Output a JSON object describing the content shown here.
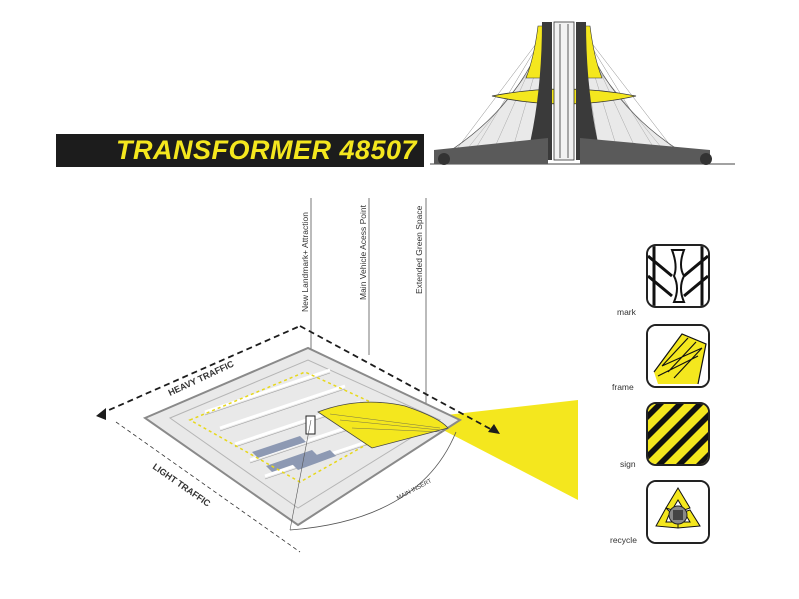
{
  "title": "TRANSFORMER 48507",
  "callouts": {
    "landmark": "New Landmark+ Attraction",
    "vehicle": "Main Vehicle Acess Point",
    "green": "Extended Green Space"
  },
  "traffic": {
    "heavy": "HEAVY TRAFFIC",
    "light": "LIGHT TRAFFIC",
    "main": "MAIN INSERT"
  },
  "legend": [
    {
      "label": "mark",
      "icon": "mark-icon"
    },
    {
      "label": "frame",
      "icon": "frame-icon"
    },
    {
      "label": "sign",
      "icon": "sign-icon"
    },
    {
      "label": "recycle",
      "icon": "recycle-icon"
    }
  ],
  "colors": {
    "accent": "#f4e71e",
    "dark": "#1c1c1c",
    "pavement": "#e6e6e6"
  }
}
